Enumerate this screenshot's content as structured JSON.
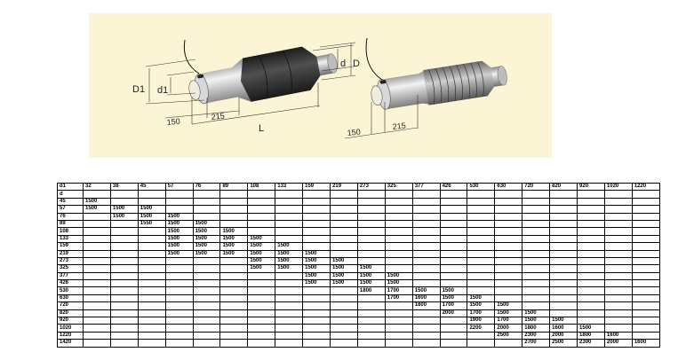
{
  "diagram": {
    "left_labels": {
      "D1": "D1",
      "d1": "d1",
      "len150": "150",
      "len215": "215",
      "L": "L",
      "d": "d",
      "D": "D"
    },
    "right_labels": {
      "len150": "150",
      "len215": "215"
    },
    "colors": {
      "background": "#fbf5d6",
      "insulation_dark": "#2e2e2e",
      "steel": "#c8c8c8"
    }
  },
  "table": {
    "corner_label": "d1",
    "row_axis_label": "d",
    "columns": [
      "32",
      "38",
      "45",
      "57",
      "76",
      "89",
      "108",
      "133",
      "159",
      "219",
      "273",
      "325",
      "377",
      "426",
      "530",
      "630",
      "720",
      "820",
      "920",
      "1020",
      "1220"
    ],
    "rows": [
      {
        "d": "45",
        "values": [
          "1500",
          "",
          "",
          "",
          "",
          "",
          "",
          "",
          "",
          "",
          "",
          "",
          "",
          "",
          "",
          "",
          "",
          "",
          "",
          "",
          ""
        ]
      },
      {
        "d": "57",
        "values": [
          "1500",
          "1500",
          "1500",
          "",
          "",
          "",
          "",
          "",
          "",
          "",
          "",
          "",
          "",
          "",
          "",
          "",
          "",
          "",
          "",
          "",
          ""
        ]
      },
      {
        "d": "76",
        "values": [
          "",
          "1500",
          "1500",
          "1500",
          "",
          "",
          "",
          "",
          "",
          "",
          "",
          "",
          "",
          "",
          "",
          "",
          "",
          "",
          "",
          "",
          ""
        ]
      },
      {
        "d": "89",
        "values": [
          "",
          "",
          "1550",
          "1500",
          "1500",
          "",
          "",
          "",
          "",
          "",
          "",
          "",
          "",
          "",
          "",
          "",
          "",
          "",
          "",
          "",
          ""
        ]
      },
      {
        "d": "108",
        "values": [
          "",
          "",
          "",
          "1500",
          "1500",
          "1500",
          "",
          "",
          "",
          "",
          "",
          "",
          "",
          "",
          "",
          "",
          "",
          "",
          "",
          "",
          ""
        ]
      },
      {
        "d": "133",
        "values": [
          "",
          "",
          "",
          "1500",
          "1500",
          "1500",
          "1500",
          "",
          "",
          "",
          "",
          "",
          "",
          "",
          "",
          "",
          "",
          "",
          "",
          "",
          ""
        ]
      },
      {
        "d": "159",
        "values": [
          "",
          "",
          "",
          "1500",
          "1500",
          "1500",
          "1500",
          "1500",
          "",
          "",
          "",
          "",
          "",
          "",
          "",
          "",
          "",
          "",
          "",
          "",
          ""
        ]
      },
      {
        "d": "219",
        "values": [
          "",
          "",
          "",
          "1500",
          "1500",
          "1500",
          "1500",
          "1500",
          "1500",
          "",
          "",
          "",
          "",
          "",
          "",
          "",
          "",
          "",
          "",
          "",
          ""
        ]
      },
      {
        "d": "273",
        "values": [
          "",
          "",
          "",
          "",
          "",
          "",
          "1500",
          "1500",
          "1500",
          "1500",
          "",
          "",
          "",
          "",
          "",
          "",
          "",
          "",
          "",
          "",
          ""
        ]
      },
      {
        "d": "325",
        "values": [
          "",
          "",
          "",
          "",
          "",
          "",
          "1500",
          "1500",
          "1500",
          "1500",
          "1500",
          "",
          "",
          "",
          "",
          "",
          "",
          "",
          "",
          "",
          ""
        ]
      },
      {
        "d": "377",
        "values": [
          "",
          "",
          "",
          "",
          "",
          "",
          "",
          "",
          "1500",
          "1500",
          "1500",
          "1500",
          "",
          "",
          "",
          "",
          "",
          "",
          "",
          "",
          ""
        ]
      },
      {
        "d": "426",
        "values": [
          "",
          "",
          "",
          "",
          "",
          "",
          "",
          "",
          "1500",
          "1500",
          "1500",
          "1500",
          "",
          "",
          "",
          "",
          "",
          "",
          "",
          "",
          ""
        ]
      },
      {
        "d": "530",
        "values": [
          "",
          "",
          "",
          "",
          "",
          "",
          "",
          "",
          "",
          "",
          "1800",
          "1700",
          "1500",
          "1500",
          "",
          "",
          "",
          "",
          "",
          "",
          ""
        ]
      },
      {
        "d": "630",
        "values": [
          "",
          "",
          "",
          "",
          "",
          "",
          "",
          "",
          "",
          "",
          "",
          "1700",
          "1600",
          "1500",
          "1500",
          "",
          "",
          "",
          "",
          "",
          ""
        ]
      },
      {
        "d": "720",
        "values": [
          "",
          "",
          "",
          "",
          "",
          "",
          "",
          "",
          "",
          "",
          "",
          "",
          "1800",
          "1700",
          "1500",
          "1500",
          "",
          "",
          "",
          "",
          ""
        ]
      },
      {
        "d": "820",
        "values": [
          "",
          "",
          "",
          "",
          "",
          "",
          "",
          "",
          "",
          "",
          "",
          "",
          "",
          "2000",
          "1700",
          "1500",
          "1500",
          "",
          "",
          "",
          ""
        ]
      },
      {
        "d": "920",
        "values": [
          "",
          "",
          "",
          "",
          "",
          "",
          "",
          "",
          "",
          "",
          "",
          "",
          "",
          "",
          "1900",
          "1700",
          "1500",
          "1500",
          "",
          "",
          ""
        ]
      },
      {
        "d": "1020",
        "values": [
          "",
          "",
          "",
          "",
          "",
          "",
          "",
          "",
          "",
          "",
          "",
          "",
          "",
          "",
          "2200",
          "2000",
          "1800",
          "1600",
          "1500",
          "",
          ""
        ]
      },
      {
        "d": "1220",
        "values": [
          "",
          "",
          "",
          "",
          "",
          "",
          "",
          "",
          "",
          "",
          "",
          "",
          "",
          "",
          "",
          "2500",
          "2300",
          "2000",
          "1800",
          "1600",
          ""
        ]
      },
      {
        "d": "1420",
        "values": [
          "",
          "",
          "",
          "",
          "",
          "",
          "",
          "",
          "",
          "",
          "",
          "",
          "",
          "",
          "",
          "",
          "2700",
          "2500",
          "2300",
          "2000",
          "1600"
        ]
      }
    ]
  }
}
